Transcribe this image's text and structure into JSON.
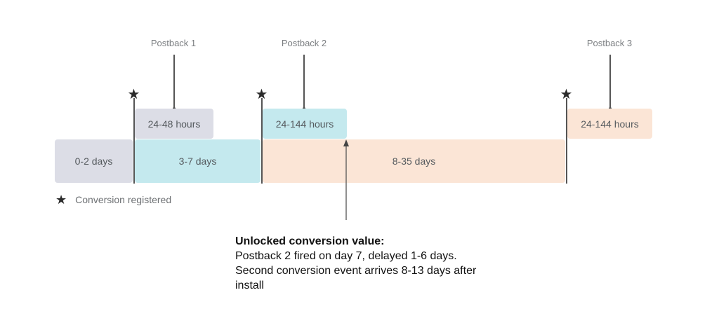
{
  "diagram": {
    "postbacks": [
      {
        "label": "Postback 1",
        "window": "24-48 hours",
        "color": "#dcdde6"
      },
      {
        "label": "Postback 2",
        "window": "24-144 hours",
        "color": "#c4e9ee"
      },
      {
        "label": "Postback 3",
        "window": "24-144 hours",
        "color": "#fbe5d6"
      }
    ],
    "periods": [
      {
        "label": "0-2 days",
        "color": "#dcdde6"
      },
      {
        "label": "3-7 days",
        "color": "#c4e9ee"
      },
      {
        "label": "8-35 days",
        "color": "#fbe5d6"
      }
    ],
    "legend": {
      "icon": "star-icon",
      "symbol": "★",
      "label": "Conversion registered"
    },
    "annotation": {
      "title": "Unlocked conversion value:",
      "body": "Postback 2 fired on day 7, delayed 1-6 days. Second conversion event arrives 8-13 days after install"
    },
    "markers": {
      "star_symbol": "★"
    }
  }
}
